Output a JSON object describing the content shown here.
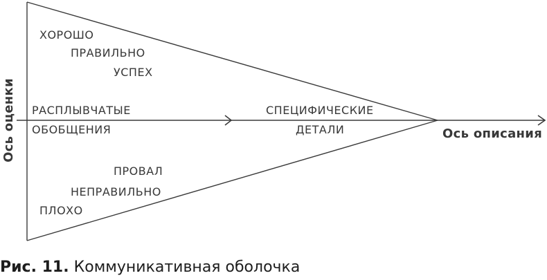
{
  "diagram": {
    "upper_labels": [
      "ХОРОШО",
      "ПРАВИЛЬНО",
      "УСПЕХ"
    ],
    "middle_left_labels": [
      "РАСПЛЫВЧАТЫЕ",
      "ОБОБЩЕНИЯ"
    ],
    "middle_right_labels": [
      "СПЕЦИФИЧЕСКИЕ",
      "ДЕТАЛИ"
    ],
    "lower_labels": [
      "ПРОВАЛ",
      "НЕПРАВИЛЬНО",
      "ПЛОХО"
    ],
    "y_axis_label": "Ось оценки",
    "x_axis_label": "Ось описания"
  },
  "caption": {
    "prefix": "Рис. 11.",
    "text": "Коммуникативная оболочка"
  },
  "colors": {
    "line": "#3a3a3a",
    "text": "#383838",
    "caption": "#1d1d1d"
  }
}
